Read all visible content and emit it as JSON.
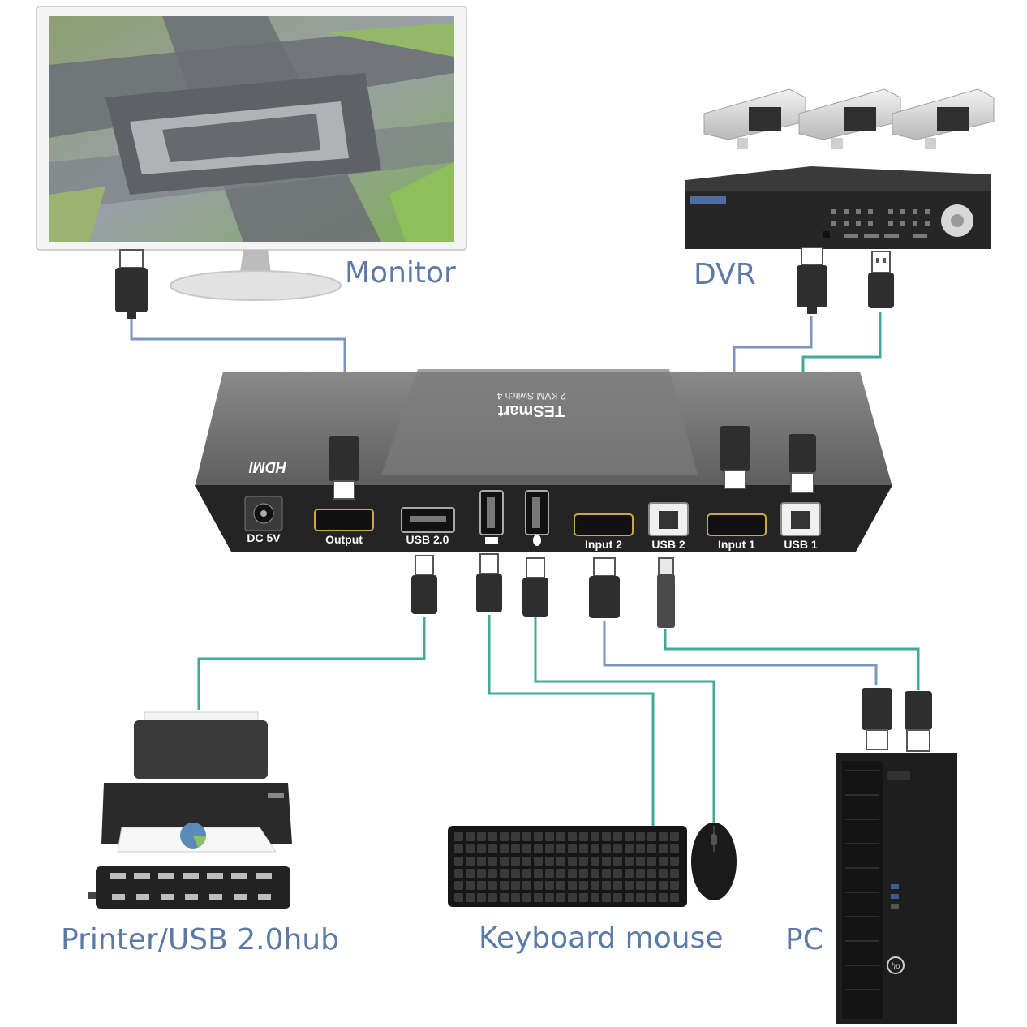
{
  "device": {
    "brand": "TESmart",
    "model_text": "2 KVM Switch 4",
    "hdmi_logo": "HDMI",
    "ports": {
      "dc": "DC 5V",
      "output": "Output",
      "usb20": "USB 2.0",
      "input2": "Input 2",
      "usb2": "USB 2",
      "input1": "Input 1",
      "usb1": "USB 1"
    }
  },
  "labels": {
    "monitor": "Monitor",
    "dvr": "DVR",
    "printer": "Printer/USB 2.0hub",
    "keyboard_mouse": "Keyboard mouse",
    "pc": "PC"
  },
  "colors": {
    "hdmi_cable": "#7a96c0",
    "usb_cable": "#3fa99a",
    "label_text": "#5b7aa8",
    "switch_body": "#6d6d6d"
  }
}
